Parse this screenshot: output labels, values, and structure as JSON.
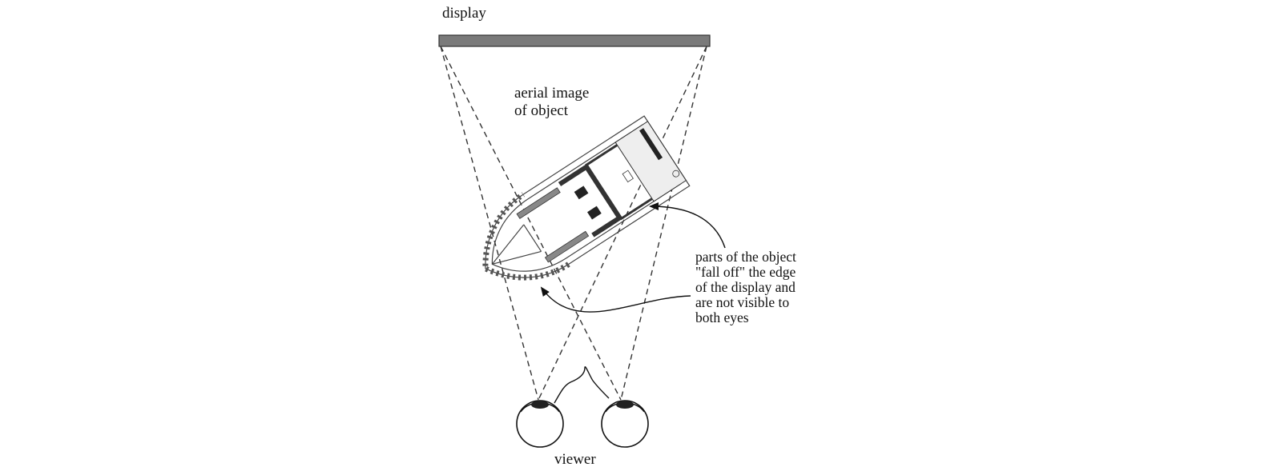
{
  "labels": {
    "display": "display",
    "aerial_image": [
      "aerial image",
      "of object"
    ],
    "annotation": [
      "parts of the object",
      "\"fall off\" the edge",
      "of  the display and",
      "are not visible to",
      "both eyes"
    ],
    "viewer": "viewer"
  },
  "colors": {
    "display_bar": "#7a7a7a",
    "line": "#333333",
    "object_fill": "#eeeeee"
  },
  "icons": [
    "eye-icon",
    "nose-icon",
    "boat-icon",
    "arrow-icon"
  ]
}
